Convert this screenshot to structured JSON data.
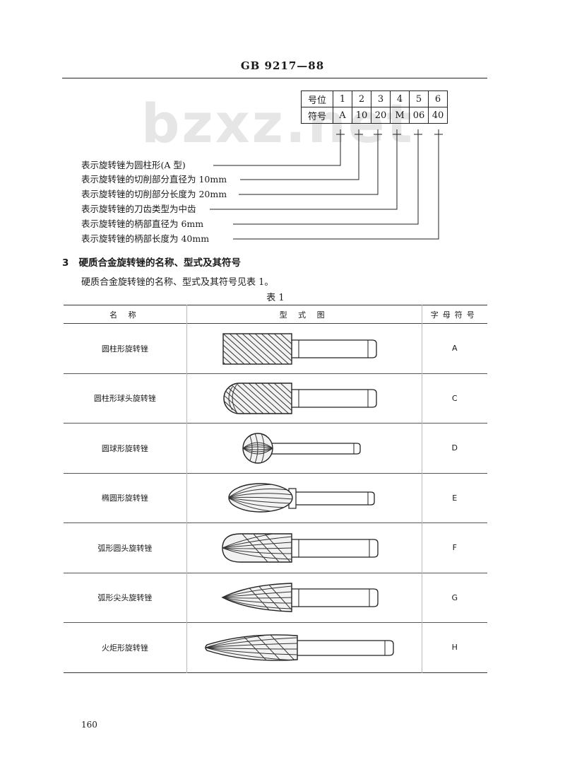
{
  "header": {
    "standard_number": "GB 9217—88"
  },
  "code_example": {
    "rows": [
      {
        "label": "号位",
        "cells": [
          "1",
          "2",
          "3",
          "4",
          "5",
          "6"
        ]
      },
      {
        "label": "符号",
        "cells": [
          "A",
          "10",
          "20",
          "M",
          "06",
          "40"
        ]
      }
    ],
    "descriptions": [
      "表示旋转锉为圆柱形(A 型)",
      "表示旋转锉的切削部分直径为 10mm",
      "表示旋转锉的切削部分长度为 20mm",
      "表示旋转锉的刀齿类型为中齿",
      "表示旋转锉的柄部直径为 6mm",
      "表示旋转锉的柄部长度为 40mm"
    ]
  },
  "watermark": "bzxz.net",
  "section": {
    "number": "3",
    "title": "硬质合金旋转锉的名称、型式及其符号",
    "intro": "硬质合金旋转锉的名称、型式及其符号见表 1。"
  },
  "table": {
    "caption": "表 1",
    "headers": [
      "名 称",
      "型 式 图",
      "字母符号"
    ],
    "rows": [
      {
        "name": "圆柱形旋转锉",
        "shape": "cylinder",
        "symbol": "A"
      },
      {
        "name": "圆柱形球头旋转锉",
        "shape": "ball-nose",
        "symbol": "C"
      },
      {
        "name": "圆球形旋转锉",
        "shape": "ball",
        "symbol": "D"
      },
      {
        "name": "椭圆形旋转锉",
        "shape": "oval",
        "symbol": "E"
      },
      {
        "name": "弧形圆头旋转锉",
        "shape": "arc-round",
        "symbol": "F"
      },
      {
        "name": "弧形尖头旋转锉",
        "shape": "arc-point",
        "symbol": "G"
      },
      {
        "name": "火炬形旋转锉",
        "shape": "flame",
        "symbol": "H"
      }
    ]
  },
  "footer": {
    "page_number": "160"
  }
}
